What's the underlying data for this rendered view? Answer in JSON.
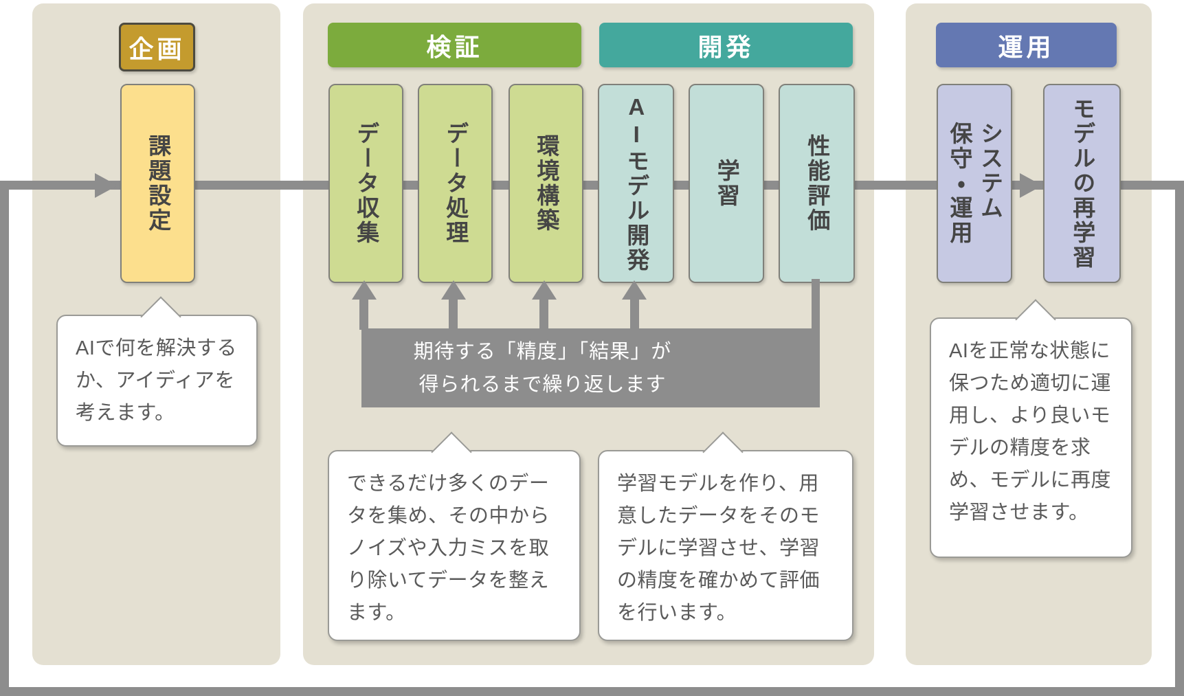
{
  "diagram_title": "AI development workflow",
  "colors": {
    "panel_background": "#e4e0d2",
    "flow_line": "#8d8d8d",
    "planning_header": "#c49b2e",
    "planning_box": "#fcdf8d",
    "verification_header": "#7cab3d",
    "verification_box": "#cedb92",
    "development_header": "#44a89d",
    "development_box": "#c2ded8",
    "operation_header": "#6478b2",
    "operation_box": "#c6c9e3",
    "label_text": "#454545",
    "bubble_text": "#5a5a5a",
    "note_text": "#ffffff"
  },
  "sections": [
    {
      "header": "企画",
      "boxes": [
        {
          "label": "課題設定"
        }
      ],
      "bubble_lines": [
        "AIで何を解決する",
        "か、アイディアを",
        "考えます。"
      ]
    },
    {
      "header": "検証",
      "boxes": [
        {
          "label": "データ収集"
        },
        {
          "label": "データ処理"
        },
        {
          "label": "環境構築"
        }
      ],
      "bubble_lines": [
        "できるだけ多くのデー",
        "タを集め、その中から",
        "ノイズや入力ミスを取",
        "り除いてデータを整え",
        "ます。"
      ]
    },
    {
      "header": "開発",
      "boxes": [
        {
          "label": "AIモデル開発"
        },
        {
          "label": "学習"
        },
        {
          "label": "性能評価"
        }
      ],
      "bubble_lines": [
        "学習モデルを作り、用",
        "意したデータをそのモ",
        "デルに学習させ、学習",
        "の精度を確かめて評価",
        "を行います。"
      ]
    },
    {
      "header": "運用",
      "boxes": [
        {
          "label": [
            "システム",
            "保守・運用"
          ]
        },
        {
          "label": "モデルの再学習"
        }
      ],
      "bubble_lines": [
        "AIを正常な状態に",
        "保つため適切に運",
        "用し、より良いモ",
        "デルの精度を求",
        "め、モデルに再度",
        "学習させます。"
      ]
    }
  ],
  "feedback_note": {
    "lines": [
      "期待する「精度」「結果」が",
      "得られるまで繰り返します"
    ]
  }
}
